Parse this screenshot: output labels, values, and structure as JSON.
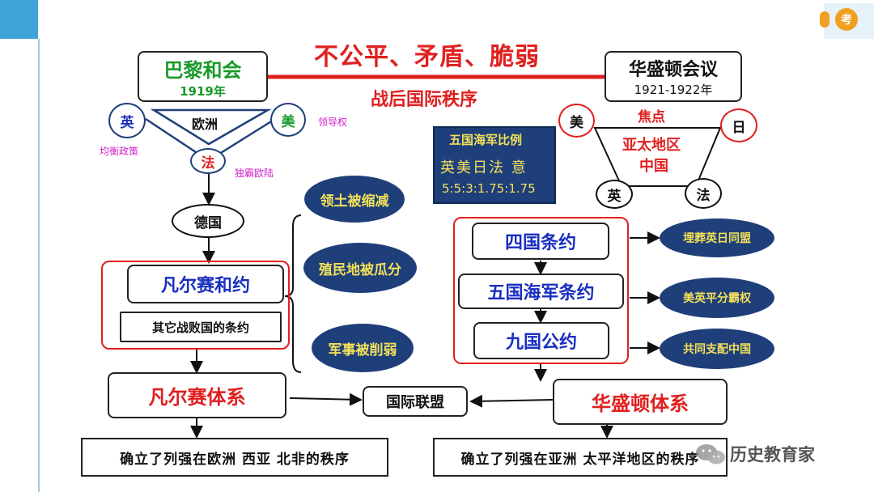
{
  "title": "不公平、矛盾、脆弱",
  "subtitle": "战后国际秩序",
  "paris": {
    "name": "巴黎和会",
    "year": "1919年"
  },
  "washington": {
    "name": "华盛顿会议",
    "year": "1921-1922年"
  },
  "europe_triangle": {
    "center": "欧洲",
    "nodes": {
      "britain": "英",
      "usa": "美",
      "france": "法"
    },
    "notes": {
      "britain": "均衡政策",
      "usa": "领导权",
      "france": "独霸欧陆"
    }
  },
  "asia_triangle": {
    "focus": "焦点",
    "region": "亚太地区",
    "country": "中国",
    "nodes": {
      "usa": "美",
      "japan": "日",
      "britain": "英",
      "france": "法"
    }
  },
  "navy_ratio": {
    "title": "五国海军比例",
    "countries": "英美日法 意",
    "ratio": "5:5:3:1.75:1.75"
  },
  "germany": "德国",
  "versailles_treaty": "凡尔赛和约",
  "other_treaties": "其它战败国的条约",
  "germany_effects": [
    "领土被缩减",
    "殖民地被瓜分",
    "军事被削弱"
  ],
  "washington_treaties": [
    "四国条约",
    "五国海军条约",
    "九国公约"
  ],
  "washington_effects": [
    "埋葬英日同盟",
    "美英平分霸权",
    "共同支配中国"
  ],
  "versailles_system": "凡尔赛体系",
  "washington_system": "华盛顿体系",
  "league": "国际联盟",
  "europe_order": "确立了列强在欧洲 西亚 北非的秩序",
  "asia_order": "确立了列强在亚洲 太平洋地区的秩序",
  "watermark": "历史教育家",
  "badge": "考",
  "colors": {
    "red": "#e02020",
    "green": "#1a9a2a",
    "blue": "#1a2fc0",
    "navy": "#1f3f7a",
    "yellow": "#f2e05a",
    "accent_bar": "#3fa3d8"
  }
}
